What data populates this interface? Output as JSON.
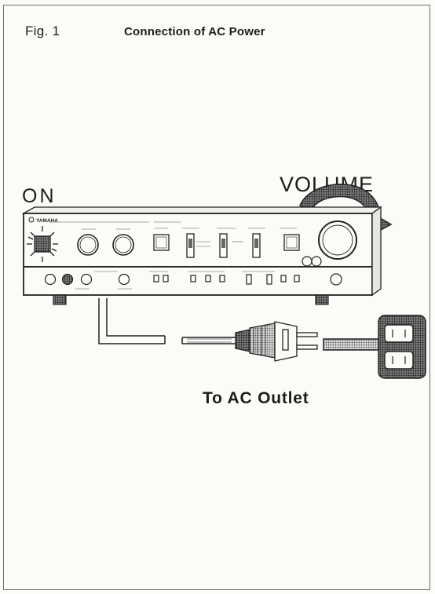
{
  "figure": {
    "number": "Fig. 1",
    "title": "Connection of AC Power"
  },
  "labels": {
    "on": "ON",
    "volume": "VOLUME",
    "brand": "YAMAHA"
  },
  "caption": "To AC Outlet"
}
